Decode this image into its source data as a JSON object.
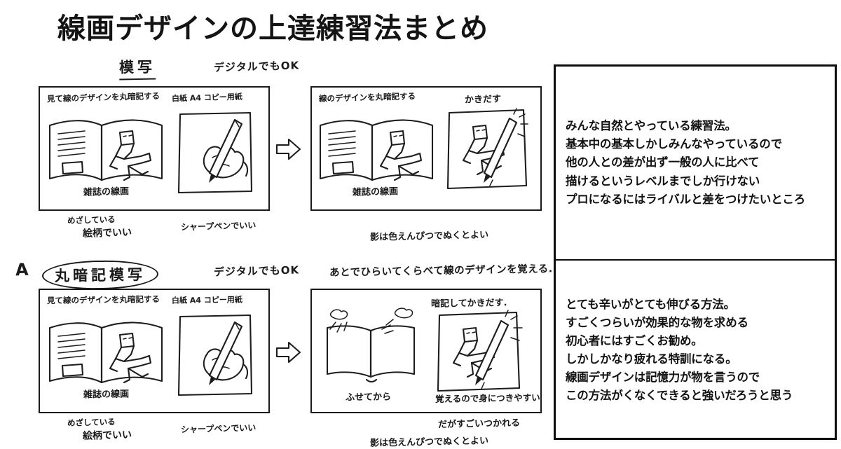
{
  "title": "線画デザインの上達練習法まとめ",
  "sections": [
    {
      "id": "moshi",
      "marker": "",
      "heading": "模写",
      "heading_style": "underlined",
      "digital_note": "デジタルでもOK",
      "left_panel": {
        "top_label": "見て線のデザインを丸暗記する",
        "paper_label": "白紙 A4 コピー用紙",
        "book_caption": "雑誌の線画",
        "under_left": "めざしている",
        "under_left_2": "絵柄でいい",
        "under_right": "シャープペンでいい"
      },
      "arrow": "arrow-right",
      "right_panel": {
        "top_label": "線のデザインを丸暗記する",
        "action_label": "かきだす",
        "book_caption": "雑誌の線画"
      },
      "footnote": "影は色えんぴつでぬくとよい"
    },
    {
      "id": "maruanki-mosha",
      "marker": "A",
      "heading": "丸暗記模写",
      "heading_style": "circled",
      "digital_note": "デジタルでもOK",
      "compare_note": "あとでひらいてくらべて線のデザインを覚える.",
      "left_panel": {
        "top_label": "見て線のデザインを丸暗記する",
        "paper_label": "白紙 A4 コピー用紙",
        "book_caption": "雑誌の線画",
        "under_left": "めざしている",
        "under_left_2": "絵柄でいい",
        "under_right": "シャープペンでいい"
      },
      "arrow": "arrow-right",
      "right_panel": {
        "closed_book_label": "ふせてから",
        "action_label": "暗記してかきだす.",
        "merit_label": "覚えるので身につきやすい",
        "demerit_label": "だがすごいつかれる"
      },
      "footnote": "影は色えんぴつでぬくとよい"
    }
  ],
  "notes": {
    "note_1": "みんな自然とやっている練習法。\n基本中の基本しかしみんなやっているので\n他の人との差が出ず一般の人に比べて\n描けるというレベルまでしか行けない\nプロになるにはライバルと差をつけたいところ",
    "note_2": "とても辛いがとても伸びる方法。\nすごくつらいが効果的な物を求める\n初心者にはすごくお勧め。\nしかしかなり疲れる特訓になる。\n線画デザインは記憶力が物を言うので\nこの方法がくなくできると強いだろうと思う"
  },
  "colors": {
    "ink": "#1d1d1d",
    "paper": "#ffffff",
    "border": "#0d0d0d"
  }
}
